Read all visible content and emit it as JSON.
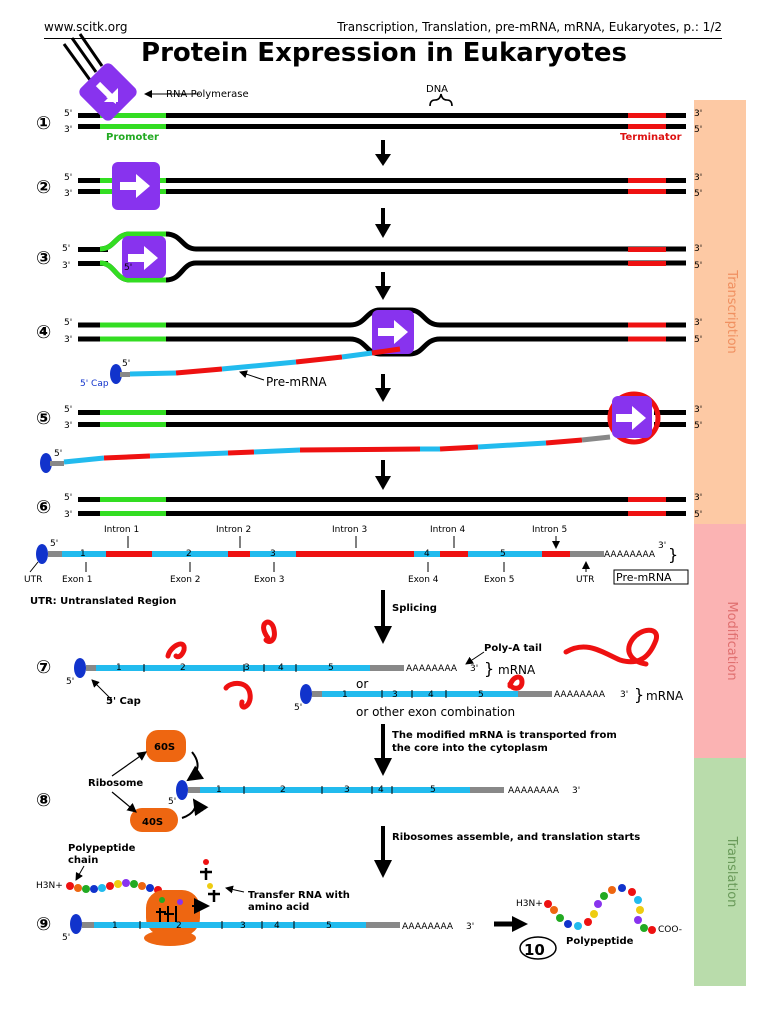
{
  "header": {
    "site": "www.scitk.org",
    "ref": "Transcription, Translation, pre-mRNA, mRNA, Eukaryotes, p.: 1/2"
  },
  "title": "Protein Expression in Eukaryotes",
  "steps": [
    "①",
    "②",
    "③",
    "④",
    "⑤",
    "⑥",
    "⑦",
    "⑧",
    "⑨",
    "10"
  ],
  "ends": {
    "five": "5'",
    "three": "3'"
  },
  "labels": {
    "rna_polymerase": "RNA-Polymerase",
    "dna": "DNA",
    "promoter": "Promoter",
    "terminator": "Terminator",
    "pre_mrna": "Pre-mRNA",
    "five_cap": "5' Cap",
    "utr": "UTR",
    "utr_def": "UTR: Untranslated Region",
    "splicing": "Splicing",
    "poly_a_tail": "Poly-A tail",
    "poly_a": "AAAAAAAA",
    "mrna": "mRNA",
    "or": "or",
    "or_other": "or other exon combination",
    "transport_1": "The modified mRNA is transported from",
    "transport_2": "the core into the cytoplasm",
    "ribosome": "Ribosome",
    "sub60": "60S",
    "sub40": "40S",
    "assemble": "Ribosomes assemble, and translation starts",
    "polypeptide_chain_1": "Polypeptide",
    "polypeptide_chain_2": "chain",
    "trna_1": "Transfer RNA with",
    "trna_2": "amino acid",
    "polypeptide": "Polypeptide",
    "h3n": "H3N+",
    "coo": "COO-"
  },
  "introns": [
    "Intron 1",
    "Intron 2",
    "Intron 3",
    "Intron 4",
    "Intron 5"
  ],
  "exons": [
    "Exon 1",
    "Exon 2",
    "Exon 3",
    "Exon 4",
    "Exon 5"
  ],
  "exon_numbers": [
    "1",
    "2",
    "3",
    "4",
    "5"
  ],
  "stages": {
    "transcription": "Transcription",
    "modification": "Modification",
    "translation": "Translation"
  },
  "colors": {
    "dna": "#000000",
    "promoter": "#33dd22",
    "terminator": "#ee1111",
    "polymerase": "#8833ee",
    "exon": "#22bbee",
    "intron": "#ee1111",
    "utr": "#888888",
    "cap": "#1133cc",
    "ribosome": "#ee6611",
    "transcription": "#fdc9a4",
    "modification": "#fbb3b3",
    "translation": "#b9dcab"
  }
}
